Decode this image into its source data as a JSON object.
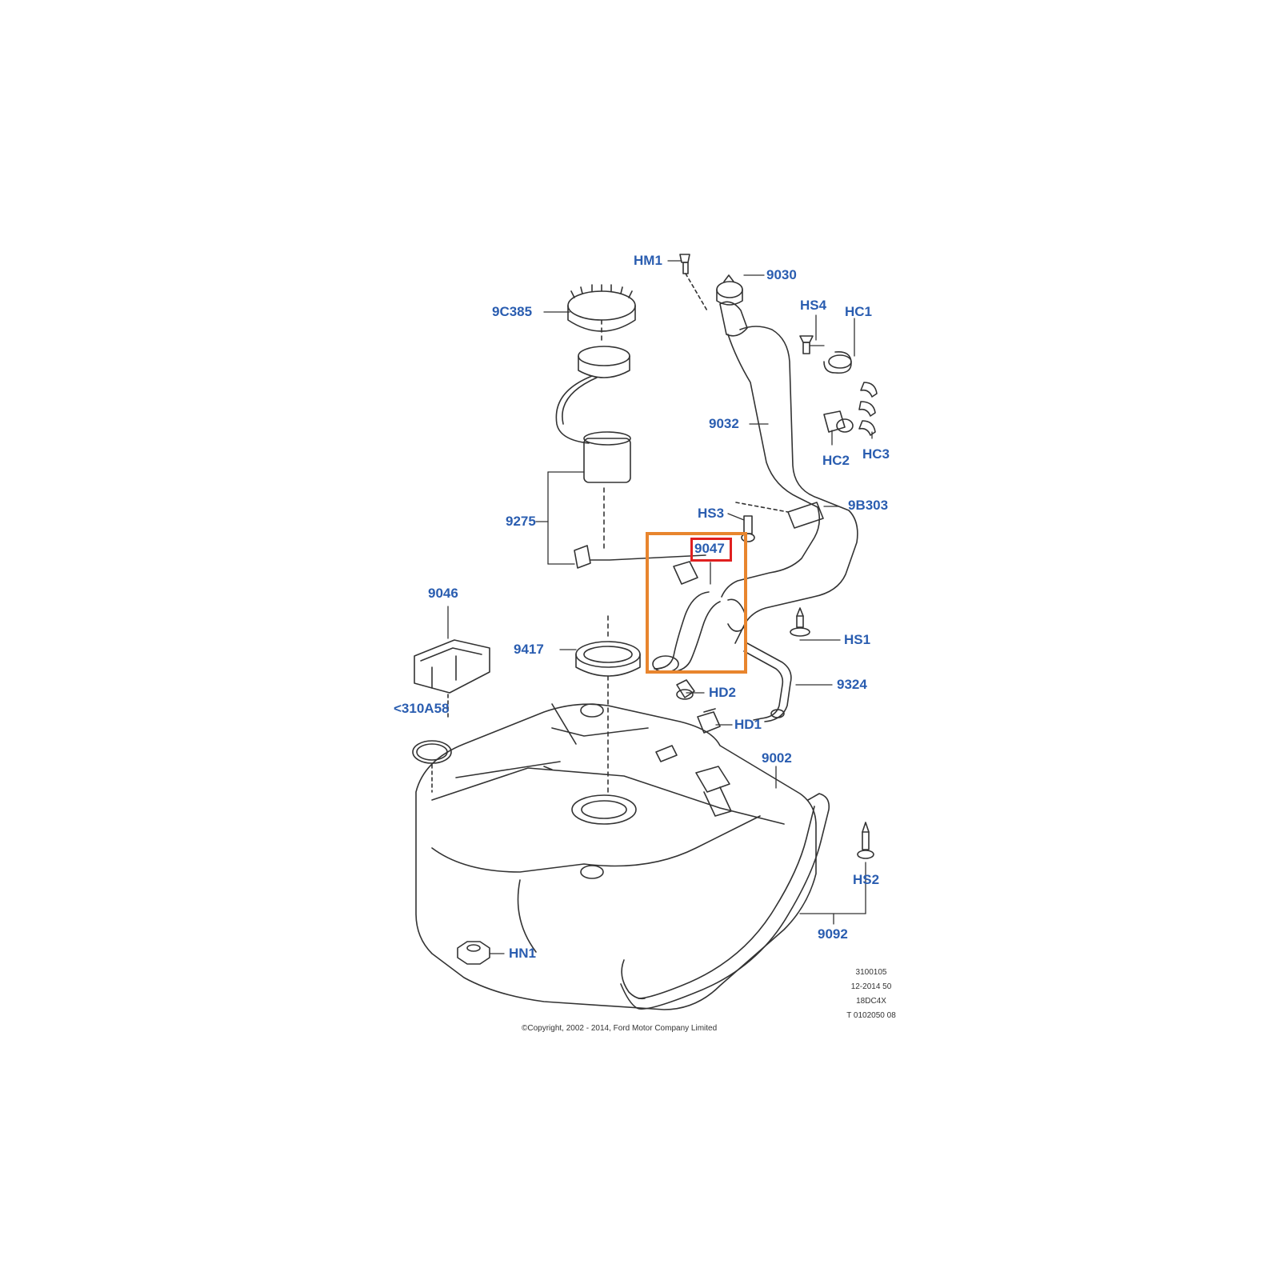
{
  "labels": {
    "hm1": "HM1",
    "p9030": "9030",
    "p9c385": "9C385",
    "hs4": "HS4",
    "hc1": "HC1",
    "p9032": "9032",
    "hc2": "HC2",
    "hc3": "HC3",
    "p9275": "9275",
    "hs3": "HS3",
    "p9b303": "9B303",
    "p9047": "9047",
    "p9046": "9046",
    "hs1": "HS1",
    "p9417": "9417",
    "p9324": "9324",
    "hd2": "HD2",
    "p310a58": "<310A58",
    "hd1": "HD1",
    "p9002": "9002",
    "hs2": "HS2",
    "p9092": "9092",
    "hn1": "HN1"
  },
  "footer": {
    "ref_line1": "3100105",
    "ref_line2": "12-2014 50",
    "ref_line3": "18DC4X",
    "ref_line4": "T 0102050 08",
    "copyright": "©Copyright, 2002 - 2014, Ford Motor Company Limited"
  },
  "highlight": {
    "part": "9047",
    "box_color": "#e8852e",
    "label_box_color": "#e02020"
  },
  "colors": {
    "label_text": "#2a5db0",
    "line_art": "#333333"
  }
}
